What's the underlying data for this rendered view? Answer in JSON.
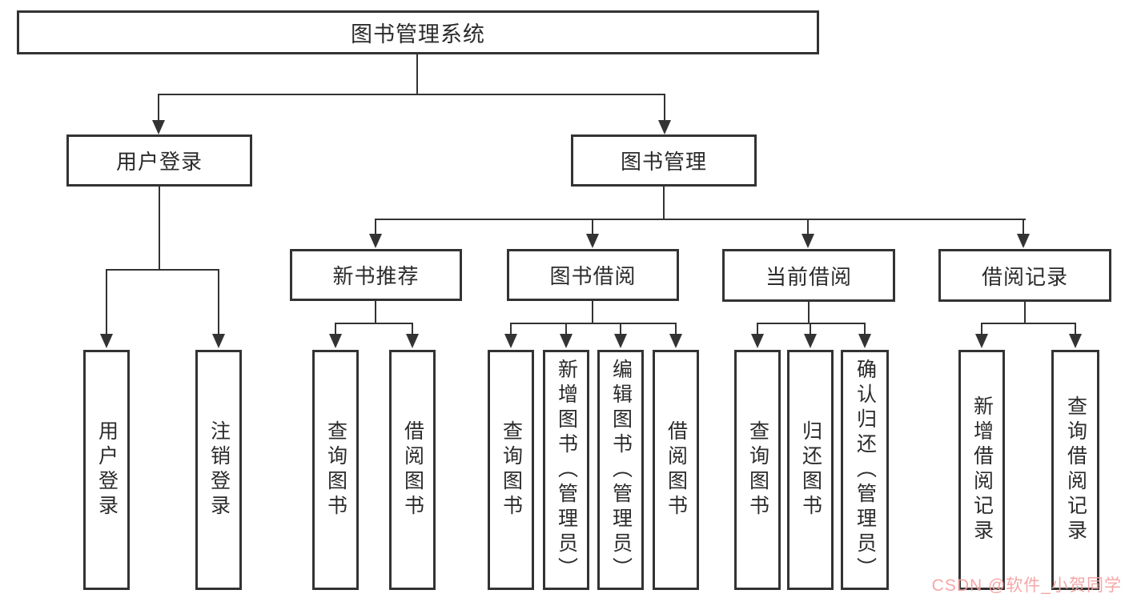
{
  "diagram": {
    "type": "hierarchy-tree",
    "title": "图书管理系统"
  },
  "colors": {
    "line": "#333333",
    "text": "#2b2b2b",
    "background": "#ffffff",
    "watermark": "#f3a0a0"
  },
  "watermark": {
    "text": "CSDN @软件_小贺同学"
  },
  "tree": {
    "root": {
      "label": "图书管理系统"
    },
    "branches": [
      {
        "label": "用户登录",
        "children": [
          {
            "label": "用户登录"
          },
          {
            "label": "注销登录"
          }
        ]
      },
      {
        "label": "图书管理",
        "children": [
          {
            "label": "新书推荐",
            "children": [
              {
                "label": "查询图书"
              },
              {
                "label": "借阅图书"
              }
            ]
          },
          {
            "label": "图书借阅",
            "children": [
              {
                "label": "查询图书"
              },
              {
                "label": "新增图书（管理员）"
              },
              {
                "label": "编辑图书（管理员）"
              },
              {
                "label": "借阅图书"
              }
            ]
          },
          {
            "label": "当前借阅",
            "children": [
              {
                "label": "查询图书"
              },
              {
                "label": "归还图书"
              },
              {
                "label": "确认归还（管理员）"
              }
            ]
          },
          {
            "label": "借阅记录",
            "children": [
              {
                "label": "新增借阅记录"
              },
              {
                "label": "查询借阅记录"
              }
            ]
          }
        ]
      }
    ]
  }
}
